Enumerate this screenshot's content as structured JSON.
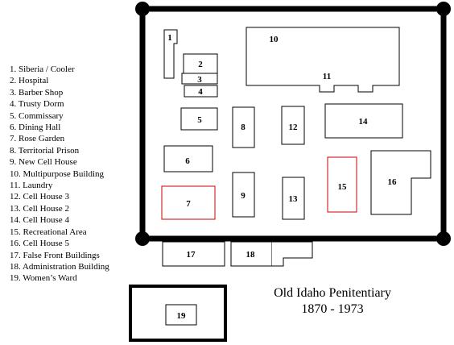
{
  "map": {
    "title": "Old Idaho Penitentiary",
    "years": "1870 - 1973",
    "legend": [
      "1. Siberia / Cooler",
      "2. Hospital",
      "3. Barber Shop",
      "4. Trusty Dorm",
      "5. Commissary",
      "6. Dining Hall",
      "7. Rose Garden",
      "8. Territorial Prison",
      "9. New Cell House",
      "10. Multipurpose Building",
      "11. Laundry",
      "12. Cell House 3",
      "13. Cell House 2",
      "14. Cell House 4",
      "15. Recreational Area",
      "16. Cell House 5",
      "17. False Front Buildings",
      "18. Administration Building",
      "19. Women’s Ward"
    ],
    "buildings": {
      "b1": "1",
      "b2": "2",
      "b3": "3",
      "b4": "4",
      "b5": "5",
      "b6": "6",
      "b7": "7",
      "b8": "8",
      "b9": "9",
      "b10": "10",
      "b11": "11",
      "b12": "12",
      "b13": "13",
      "b14": "14",
      "b15": "15",
      "b16": "16",
      "b17": "17",
      "b18": "18",
      "b19": "19"
    },
    "colors": {
      "outline": "#000000",
      "highlight": "#cc0000"
    }
  }
}
